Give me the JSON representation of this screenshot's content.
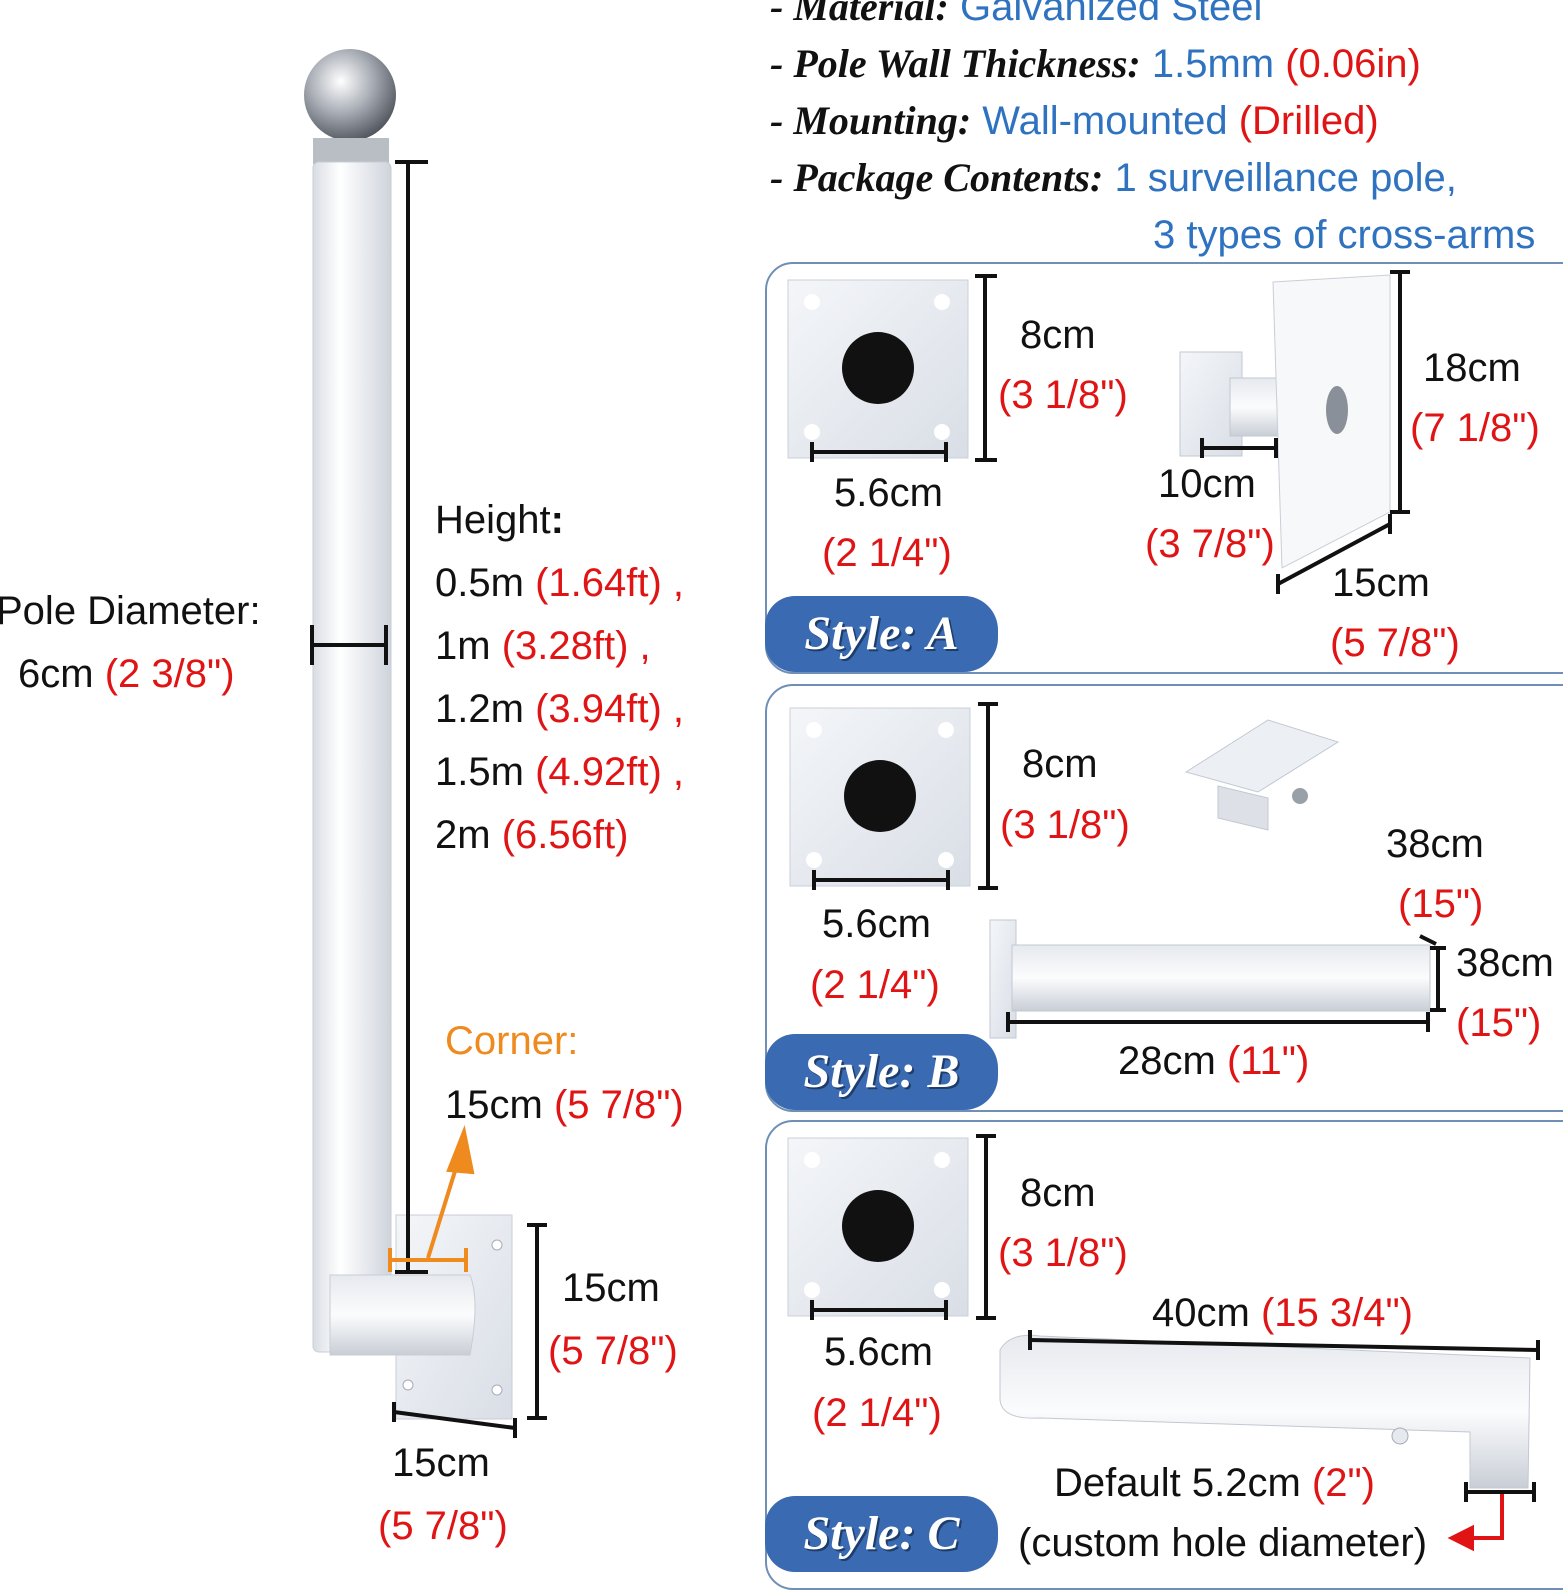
{
  "specs": {
    "material": {
      "label": "- Material:",
      "value": "Galvanized Steel"
    },
    "thickness": {
      "label": "- Pole Wall Thickness:",
      "value": "1.5mm",
      "value_alt": "(0.06in)"
    },
    "mounting": {
      "label": "- Mounting:",
      "value": "Wall-mounted",
      "value_alt": "(Drilled)"
    },
    "contents": {
      "label": "- Package Contents:",
      "line1": "1 surveillance pole,",
      "line2": "3 types of cross-arms"
    }
  },
  "pole": {
    "diameter_label": "Pole Diameter:",
    "diameter_metric": "6cm",
    "diameter_imperial": "(2 3/8\")",
    "height_label": "Height",
    "height_colon": ":",
    "heights": [
      {
        "metric": "0.5m",
        "imperial": "(1.64ft)",
        "sep": ","
      },
      {
        "metric": "1m",
        "imperial": "(3.28ft)",
        "sep": ","
      },
      {
        "metric": "1.2m",
        "imperial": "(3.94ft)",
        "sep": ","
      },
      {
        "metric": "1.5m",
        "imperial": "(4.92ft)",
        "sep": ","
      },
      {
        "metric": "2m",
        "imperial": "(6.56ft)",
        "sep": ""
      }
    ],
    "corner_label": "Corner:",
    "corner_metric": "15cm",
    "corner_imperial": "(5 7/8\")",
    "base_height_metric": "15cm",
    "base_height_imperial": "(5 7/8\")",
    "base_width_metric": "15cm",
    "base_width_imperial": "(5 7/8\")"
  },
  "styles": {
    "a": {
      "badge": "Style: A",
      "plate_h": "8cm",
      "plate_h_imp": "(3 1/8\")",
      "plate_w": "5.6cm",
      "plate_w_imp": "(2 1/4\")",
      "arm_len": "10cm",
      "arm_len_imp": "(3 7/8\")",
      "big_h": "18cm",
      "big_h_imp": "(7 1/8\")",
      "big_w": "15cm",
      "big_w_imp": "(5 7/8\")"
    },
    "b": {
      "badge": "Style: B",
      "plate_h": "8cm",
      "plate_h_imp": "(3 1/8\")",
      "plate_w": "5.6cm",
      "plate_w_imp": "(2 1/4\")",
      "top": "38cm",
      "top_imp": "(15\")",
      "side": "38cm",
      "side_imp": "(15\")",
      "arm_len": "28cm",
      "arm_len_imp": "(11\")"
    },
    "c": {
      "badge": "Style: C",
      "plate_h": "8cm",
      "plate_h_imp": "(3 1/8\")",
      "plate_w": "5.6cm",
      "plate_w_imp": "(2 1/4\")",
      "arm_len": "40cm",
      "arm_len_imp": "(15 3/4\")",
      "hole_label": "Default 5.2cm",
      "hole_imp": "(2\")",
      "hole_note": "(custom hole diameter)"
    }
  },
  "colors": {
    "red": "#e01414",
    "blue": "#2f73c0",
    "orange": "#ef8a1e",
    "badge": "#3a6bb2"
  }
}
